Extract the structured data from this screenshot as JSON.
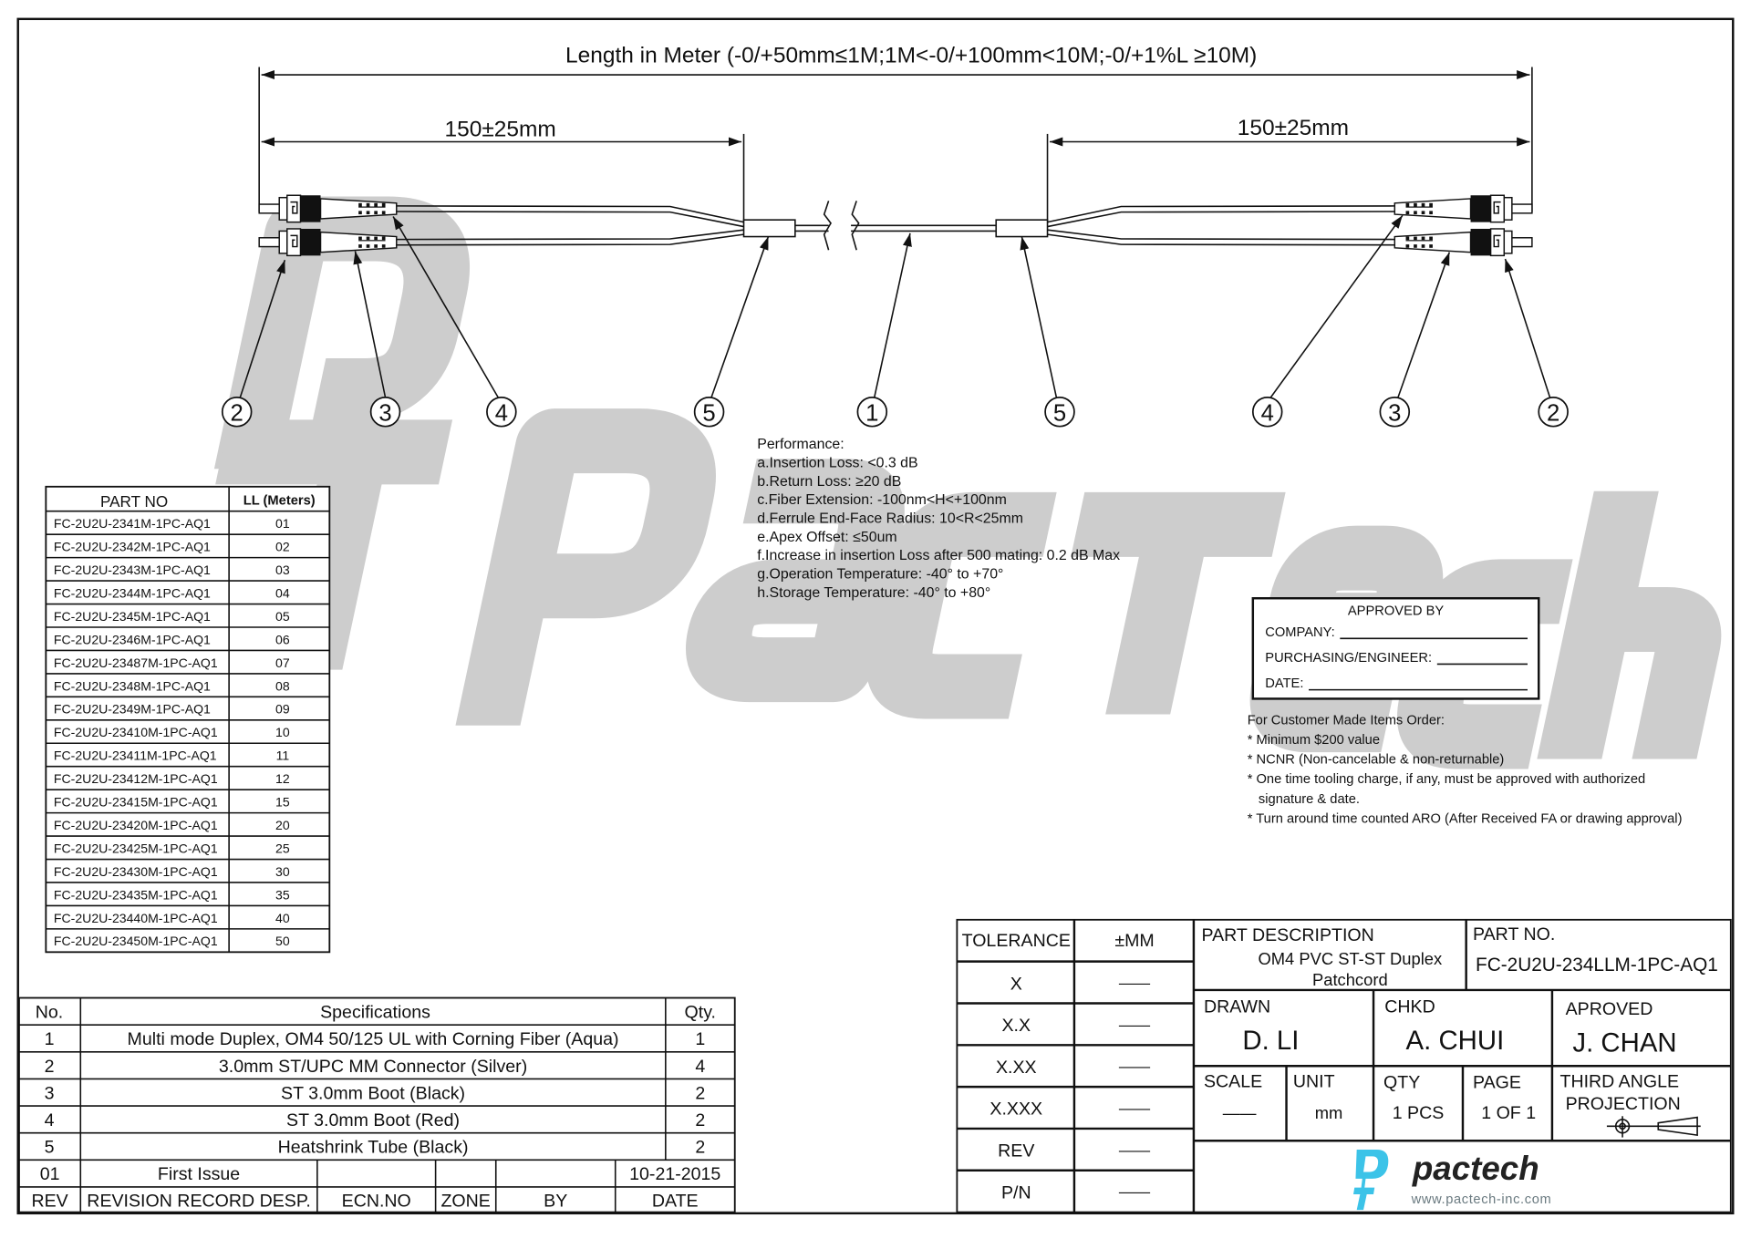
{
  "watermark": "PacTech",
  "dimensions": {
    "overall": "Length in Meter (-0/+50mm≤1M;1M<-0/+100mm<10M;-0/+1%L ≥10M)",
    "left_breakout": "150±25mm",
    "right_breakout": "150±25mm"
  },
  "balloons": [
    "2",
    "3",
    "4",
    "5",
    "1",
    "5",
    "4",
    "3",
    "2"
  ],
  "part_table": {
    "headers": [
      "PART NO",
      "LL (Meters)"
    ],
    "rows": [
      [
        "FC-2U2U-2341M-1PC-AQ1",
        "01"
      ],
      [
        "FC-2U2U-2342M-1PC-AQ1",
        "02"
      ],
      [
        "FC-2U2U-2343M-1PC-AQ1",
        "03"
      ],
      [
        "FC-2U2U-2344M-1PC-AQ1",
        "04"
      ],
      [
        "FC-2U2U-2345M-1PC-AQ1",
        "05"
      ],
      [
        "FC-2U2U-2346M-1PC-AQ1",
        "06"
      ],
      [
        "FC-2U2U-23487M-1PC-AQ1",
        "07"
      ],
      [
        "FC-2U2U-2348M-1PC-AQ1",
        "08"
      ],
      [
        "FC-2U2U-2349M-1PC-AQ1",
        "09"
      ],
      [
        "FC-2U2U-23410M-1PC-AQ1",
        "10"
      ],
      [
        "FC-2U2U-23411M-1PC-AQ1",
        "11"
      ],
      [
        "FC-2U2U-23412M-1PC-AQ1",
        "12"
      ],
      [
        "FC-2U2U-23415M-1PC-AQ1",
        "15"
      ],
      [
        "FC-2U2U-23420M-1PC-AQ1",
        "20"
      ],
      [
        "FC-2U2U-23425M-1PC-AQ1",
        "25"
      ],
      [
        "FC-2U2U-23430M-1PC-AQ1",
        "30"
      ],
      [
        "FC-2U2U-23435M-1PC-AQ1",
        "35"
      ],
      [
        "FC-2U2U-23440M-1PC-AQ1",
        "40"
      ],
      [
        "FC-2U2U-23450M-1PC-AQ1",
        "50"
      ]
    ]
  },
  "performance": [
    "Performance:",
    "a.Insertion Loss: <0.3 dB",
    "b.Return Loss: ≥20 dB",
    "c.Fiber Extension: -100nm<H<+100nm",
    "d.Ferrule End-Face Radius: 10<R<25mm",
    "e.Apex Offset: ≤50um",
    "f.Increase in insertion Loss after 500 mating: 0.2 dB Max",
    "g.Operation Temperature: -40° to +70°",
    "h.Storage Temperature: -40° to +80°"
  ],
  "approval": {
    "title": "APPROVED BY",
    "company": "COMPANY:",
    "purchasing": "PURCHASING/ENGINEER:",
    "date": "DATE:"
  },
  "notes": [
    "For Customer Made Items Order:",
    "* Minimum $200 value",
    "* NCNR (Non-cancelable & non-returnable)",
    "* One time tooling charge, if any, must be approved with authorized",
    "   signature & date.",
    "* Turn around time counted ARO (After Received FA or drawing approval)"
  ],
  "spec_table": {
    "headers": [
      "No.",
      "Specifications",
      "Qty."
    ],
    "rows": [
      [
        "1",
        "Multi mode Duplex, OM4 50/125 UL with Corning Fiber (Aqua)",
        "1"
      ],
      [
        "2",
        "3.0mm ST/UPC MM Connector (Silver)",
        "4"
      ],
      [
        "3",
        "ST 3.0mm Boot (Black)",
        "2"
      ],
      [
        "4",
        "ST 3.0mm Boot (Red)",
        "2"
      ],
      [
        "5",
        "Heatshrink Tube (Black)",
        "2"
      ]
    ]
  },
  "revision": {
    "row": [
      "01",
      "First Issue",
      "",
      "",
      "",
      "10-21-2015"
    ],
    "headers": [
      "REV",
      "REVISION RECORD DESP.",
      "ECN.NO",
      "ZONE",
      "BY",
      "DATE"
    ]
  },
  "tolerance": {
    "headers": [
      "TOLERANCE",
      "±MM"
    ],
    "rows": [
      [
        "X",
        "——"
      ],
      [
        "X.X",
        "——"
      ],
      [
        "X.XX",
        "——"
      ],
      [
        "X.XXX",
        "——"
      ],
      [
        "REV",
        "——"
      ],
      [
        "P/N",
        "——"
      ]
    ]
  },
  "title_block": {
    "part_description_label": "PART DESCRIPTION",
    "part_description_1": "OM4 PVC ST-ST Duplex",
    "part_description_2": "Patchcord",
    "part_no_label": "PART NO.",
    "part_no": "FC-2U2U-234LLM-1PC-AQ1",
    "drawn_label": "DRAWN",
    "drawn": "D. LI",
    "chkd_label": "CHKD",
    "chkd": "A. CHUI",
    "aproved_label": "APROVED",
    "aproved": "J. CHAN",
    "scale_label": "SCALE",
    "scale": "——",
    "unit_label": "UNIT",
    "unit": "mm",
    "qty_label": "QTY",
    "qty": "1 PCS",
    "page_label": "PAGE",
    "page": "1 OF 1",
    "projection_1": "THIRD ANGLE",
    "projection_2": "PROJECTION"
  },
  "logo": {
    "name": "pactech",
    "url": "www.pactech-inc.com",
    "accent": "#3cc3e8"
  }
}
